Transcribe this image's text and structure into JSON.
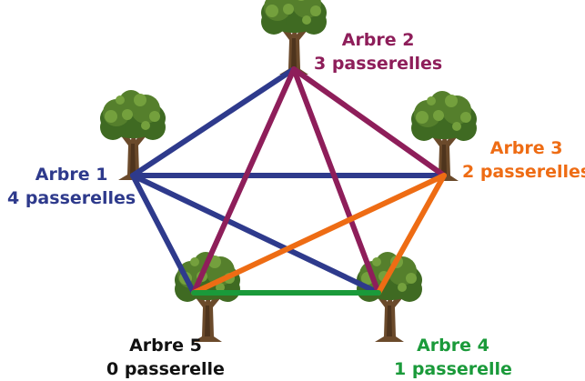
{
  "colors": {
    "tree_1": "#2e3a8c",
    "tree_2": "#8e1e5a",
    "tree_3": "#ee6c14",
    "tree_4": "#1a9a3a",
    "tree_5": "#111111",
    "trunk": "#6b4a2b",
    "foliage_dark": "#3f6a22",
    "foliage_mid": "#557f2c",
    "foliage_light": "#74a03d"
  },
  "trees": [
    {
      "id": "1",
      "name": "Arbre 1",
      "bridges": "4 passerelles",
      "color": "#2e3a8c"
    },
    {
      "id": "2",
      "name": "Arbre 2",
      "bridges": "3 passerelles",
      "color": "#8e1e5a"
    },
    {
      "id": "3",
      "name": "Arbre 3",
      "bridges": "2 passerelles",
      "color": "#ee6c14"
    },
    {
      "id": "4",
      "name": "Arbre 4",
      "bridges": "1 passerelle",
      "color": "#1a9a3a"
    },
    {
      "id": "5",
      "name": "Arbre 5",
      "bridges": "0 passerelle",
      "color": "#111111"
    }
  ],
  "bridges": [
    {
      "from": "1",
      "to": "2",
      "color": "#2e3a8c"
    },
    {
      "from": "1",
      "to": "3",
      "color": "#2e3a8c"
    },
    {
      "from": "1",
      "to": "4",
      "color": "#2e3a8c"
    },
    {
      "from": "1",
      "to": "5",
      "color": "#2e3a8c"
    },
    {
      "from": "2",
      "to": "3",
      "color": "#8e1e5a"
    },
    {
      "from": "2",
      "to": "4",
      "color": "#8e1e5a"
    },
    {
      "from": "2",
      "to": "5",
      "color": "#8e1e5a"
    },
    {
      "from": "3",
      "to": "4",
      "color": "#ee6c14"
    },
    {
      "from": "3",
      "to": "5",
      "color": "#ee6c14"
    },
    {
      "from": "4",
      "to": "5",
      "color": "#1a9a3a"
    }
  ]
}
